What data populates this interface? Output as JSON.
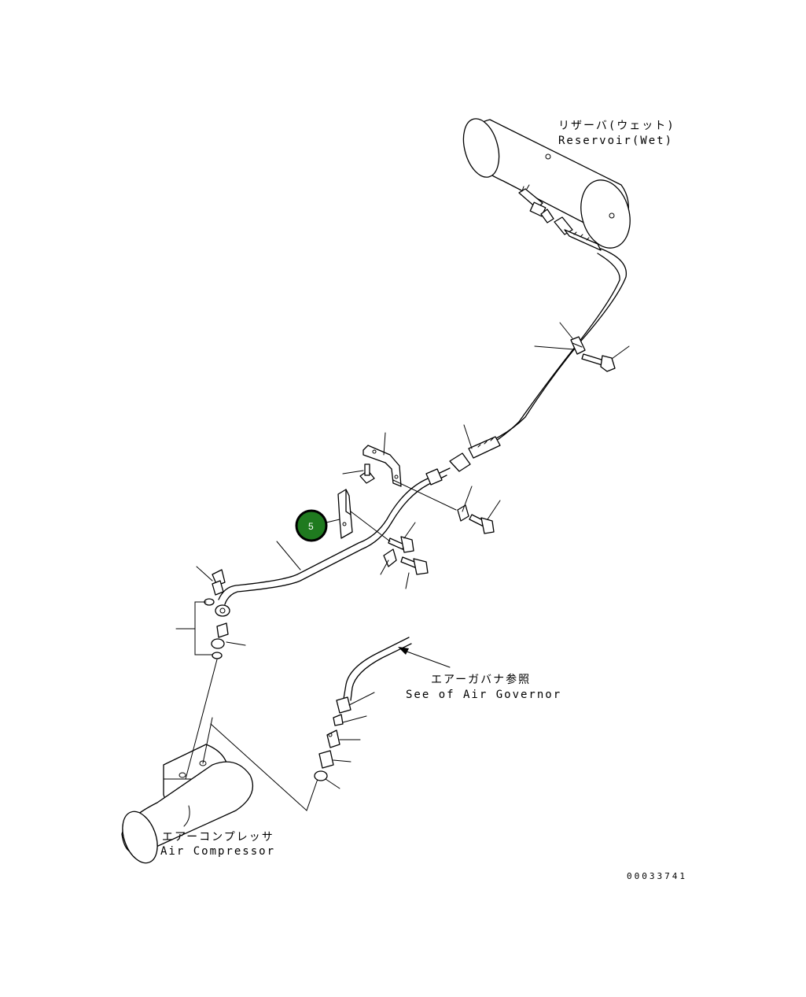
{
  "labels": {
    "reservoir_jp": "リザーバ(ウェット)",
    "reservoir_en": "Reservoir(Wet)",
    "governor_jp": "エアーガバナ参照",
    "governor_en": "See of Air Governor",
    "compressor_jp": "エアーコンプレッサ",
    "compressor_en": "Air Compressor"
  },
  "drawing_number": "00033741",
  "callouts": [
    {
      "number": "5",
      "color": "#1f7a1f",
      "border": "#000000"
    }
  ]
}
